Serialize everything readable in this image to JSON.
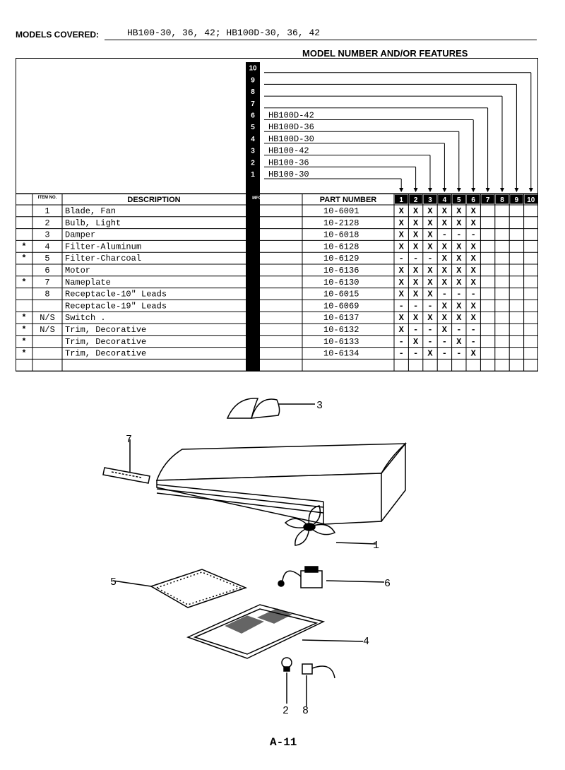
{
  "header": {
    "models_label": "MODELS COVERED:",
    "models_value": "HB100-30, 36, 42;  HB100D-30, 36, 42",
    "model_features_title": "MODEL NUMBER AND/OR FEATURES"
  },
  "model_columns": [
    "1",
    "2",
    "3",
    "4",
    "5",
    "6",
    "7",
    "8",
    "9",
    "10"
  ],
  "model_labels": [
    {
      "num": "1",
      "name": "HB100-30"
    },
    {
      "num": "2",
      "name": "HB100-36"
    },
    {
      "num": "3",
      "name": "HB100-42"
    },
    {
      "num": "4",
      "name": "HB100D-30"
    },
    {
      "num": "5",
      "name": "HB100D-36"
    },
    {
      "num": "6",
      "name": "HB100D-42"
    },
    {
      "num": "7",
      "name": ""
    },
    {
      "num": "8",
      "name": ""
    },
    {
      "num": "9",
      "name": ""
    },
    {
      "num": "10",
      "name": ""
    }
  ],
  "table_headers": {
    "item_no": "ITEM NO.",
    "description": "DESCRIPTION",
    "mfg_change": "MFG. CHANGE CODE",
    "part_number": "PART NUMBER"
  },
  "rows": [
    {
      "star": "",
      "item": "1",
      "desc": "Blade, Fan",
      "part": "10-6001",
      "marks": [
        "X",
        "X",
        "X",
        "X",
        "X",
        "X",
        "",
        "",
        "",
        ""
      ]
    },
    {
      "star": "",
      "item": "2",
      "desc": "Bulb, Light",
      "part": "10-2128",
      "marks": [
        "X",
        "X",
        "X",
        "X",
        "X",
        "X",
        "",
        "",
        "",
        ""
      ]
    },
    {
      "star": "",
      "item": "3",
      "desc": "Damper",
      "part": "10-6018",
      "marks": [
        "X",
        "X",
        "X",
        "-",
        "-",
        "-",
        "",
        "",
        "",
        ""
      ]
    },
    {
      "star": "*",
      "item": "4",
      "desc": "Filter-Aluminum",
      "part": "10-6128",
      "marks": [
        "X",
        "X",
        "X",
        "X",
        "X",
        "X",
        "",
        "",
        "",
        ""
      ]
    },
    {
      "star": "*",
      "item": "5",
      "desc": "Filter-Charcoal",
      "part": "10-6129",
      "marks": [
        "-",
        "-",
        "-",
        "X",
        "X",
        "X",
        "",
        "",
        "",
        ""
      ]
    },
    {
      "star": "",
      "item": "6",
      "desc": "Motor",
      "part": "10-6136",
      "marks": [
        "X",
        "X",
        "X",
        "X",
        "X",
        "X",
        "",
        "",
        "",
        ""
      ]
    },
    {
      "star": "*",
      "item": "7",
      "desc": "Nameplate",
      "part": "10-6130",
      "marks": [
        "X",
        "X",
        "X",
        "X",
        "X",
        "X",
        "",
        "",
        "",
        ""
      ]
    },
    {
      "star": "",
      "item": "8",
      "desc": "Receptacle-10\" Leads",
      "part": "10-6015",
      "marks": [
        "X",
        "X",
        "X",
        "-",
        "-",
        "-",
        "",
        "",
        "",
        ""
      ]
    },
    {
      "star": "",
      "item": "",
      "desc": "Receptacle-19\" Leads",
      "part": "10-6069",
      "marks": [
        "-",
        "-",
        "-",
        "X",
        "X",
        "X",
        "",
        "",
        "",
        ""
      ]
    },
    {
      "star": "*",
      "item": "N/S",
      "desc": "Switch .",
      "part": "10-6137",
      "marks": [
        "X",
        "X",
        "X",
        "X",
        "X",
        "X",
        "",
        "",
        "",
        ""
      ]
    },
    {
      "star": "*",
      "item": "N/S",
      "desc": "Trim, Decorative",
      "part": "10-6132",
      "marks": [
        "X",
        "-",
        "-",
        "X",
        "-",
        "-",
        "",
        "",
        "",
        ""
      ]
    },
    {
      "star": "*",
      "item": "",
      "desc": "Trim, Decorative",
      "part": "10-6133",
      "marks": [
        "-",
        "X",
        "-",
        "-",
        "X",
        "-",
        "",
        "",
        "",
        ""
      ]
    },
    {
      "star": "*",
      "item": "",
      "desc": "Trim, Decorative",
      "part": "10-6134",
      "marks": [
        "-",
        "-",
        "X",
        "-",
        "-",
        "X",
        "",
        "",
        "",
        ""
      ]
    },
    {
      "star": "",
      "item": "",
      "desc": "",
      "part": "",
      "marks": [
        "",
        "",
        "",
        "",
        "",
        "",
        "",
        "",
        "",
        ""
      ]
    }
  ],
  "diagram_callouts": [
    "3",
    "7",
    "1",
    "5",
    "6",
    "4",
    "2",
    "8"
  ],
  "footer": {
    "page": "A-11"
  }
}
